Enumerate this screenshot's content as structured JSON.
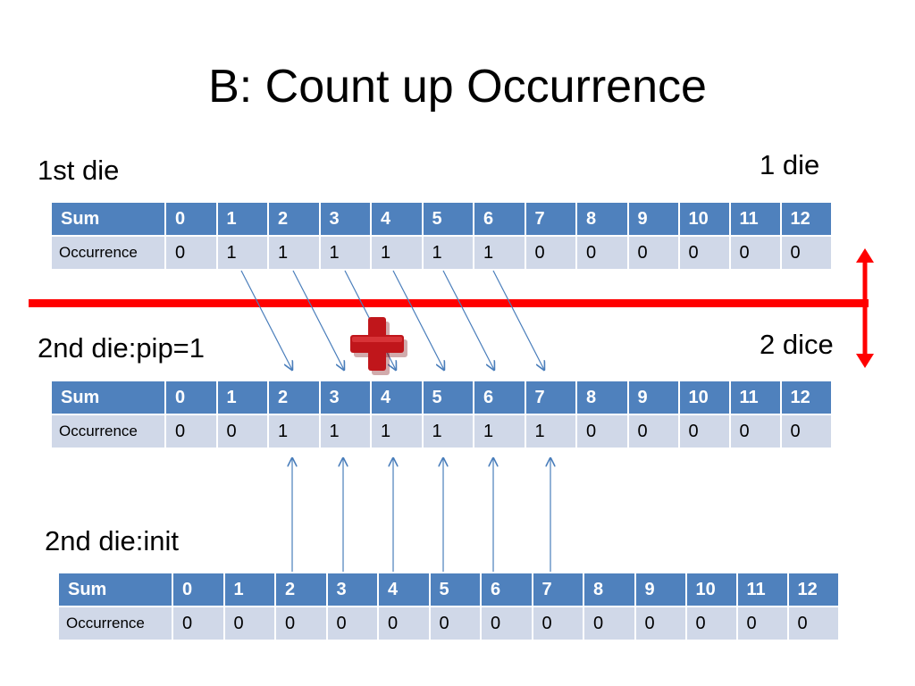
{
  "title": "B: Count up Occurrence",
  "labels": {
    "first_die": "1st die",
    "one_die": "1 die",
    "second_die_pip": "2nd die:pip=1",
    "two_dice": "2 dice",
    "second_die_init": "2nd die:init"
  },
  "row_headers": {
    "sum": "Sum",
    "occurrence": "Occurrence"
  },
  "sums": [
    "0",
    "1",
    "2",
    "3",
    "4",
    "5",
    "6",
    "7",
    "8",
    "9",
    "10",
    "11",
    "12"
  ],
  "tables": {
    "first_die": {
      "occurrence": [
        "0",
        "1",
        "1",
        "1",
        "1",
        "1",
        "1",
        "0",
        "0",
        "0",
        "0",
        "0",
        "0"
      ]
    },
    "second_die_pip": {
      "occurrence": [
        "0",
        "0",
        "1",
        "1",
        "1",
        "1",
        "1",
        "1",
        "0",
        "0",
        "0",
        "0",
        "0"
      ]
    },
    "second_die_init": {
      "occurrence": [
        "0",
        "0",
        "0",
        "0",
        "0",
        "0",
        "0",
        "0",
        "0",
        "0",
        "0",
        "0",
        "0"
      ]
    }
  },
  "colors": {
    "header": "#4f81bd",
    "cell": "#d0d8e8",
    "divider": "#ff0000",
    "arrow": "#4a7ebb",
    "plus": "#c0161b"
  }
}
